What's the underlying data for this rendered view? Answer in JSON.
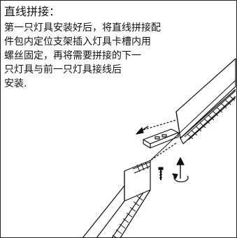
{
  "title": "直线拼接：",
  "description_lines": [
    "第一只灯具安装好后，将直线拼接配",
    "件包内定位支架插入灯具卡槽内用",
    "螺丝固定，再将需要拼接的下一",
    "只灯具与前一只灯具接线后",
    "安装."
  ],
  "icons": {
    "arrow": "left-arrow-icon",
    "rotate": "rotate-arrow-icon",
    "screw": "screw-icon"
  },
  "colors": {
    "line": "#111111",
    "background": "#ffffff"
  }
}
